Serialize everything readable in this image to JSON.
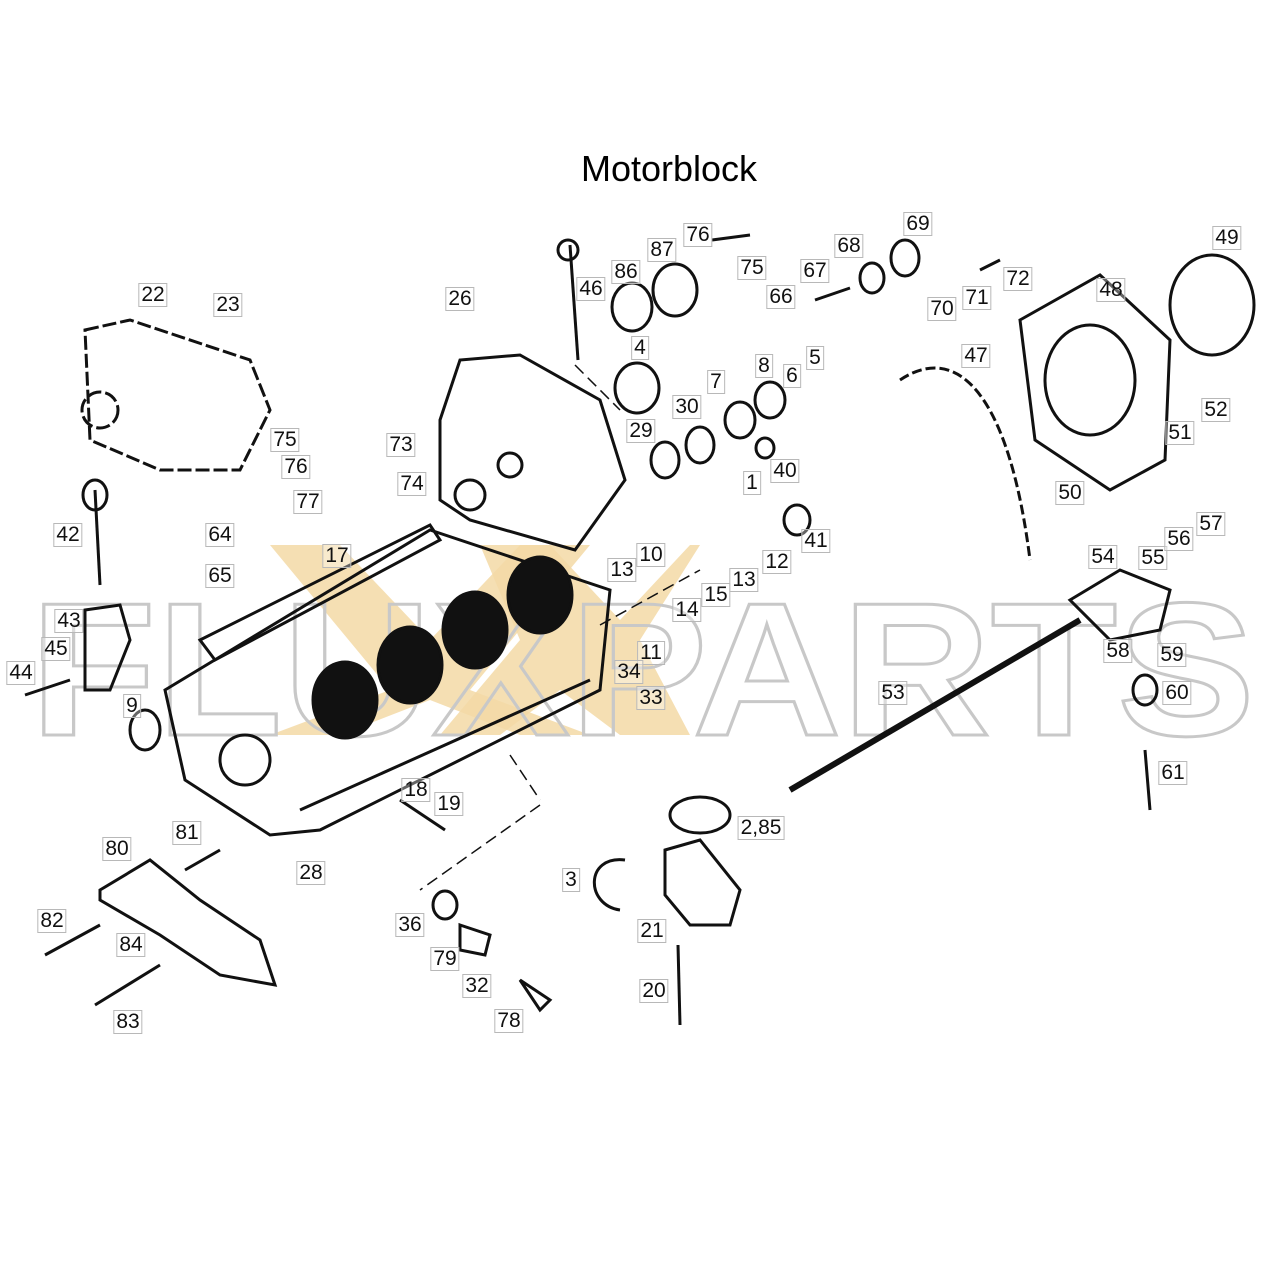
{
  "title": "Motorblock",
  "watermark": "FLUXPARTS",
  "colors": {
    "watermark_accent": "#f3d9a6",
    "watermark_outline": "#c8c8c8",
    "line": "#111111"
  },
  "labels": [
    "22",
    "23",
    "26",
    "46",
    "86",
    "87",
    "76",
    "75",
    "66",
    "67",
    "68",
    "69",
    "70",
    "71",
    "72",
    "49",
    "48",
    "47",
    "4",
    "8",
    "5",
    "6",
    "7",
    "30",
    "29",
    "40",
    "1",
    "52",
    "51",
    "50",
    "75",
    "73",
    "76",
    "74",
    "77",
    "42",
    "64",
    "65",
    "17",
    "10",
    "13",
    "41",
    "12",
    "13",
    "15",
    "14",
    "54",
    "55",
    "56",
    "57",
    "11",
    "34",
    "33",
    "58",
    "59",
    "60",
    "43",
    "45",
    "44",
    "9",
    "53",
    "61",
    "18",
    "19",
    "28",
    "2,85",
    "81",
    "80",
    "3",
    "36",
    "21",
    "82",
    "84",
    "79",
    "32",
    "20",
    "83",
    "78"
  ]
}
